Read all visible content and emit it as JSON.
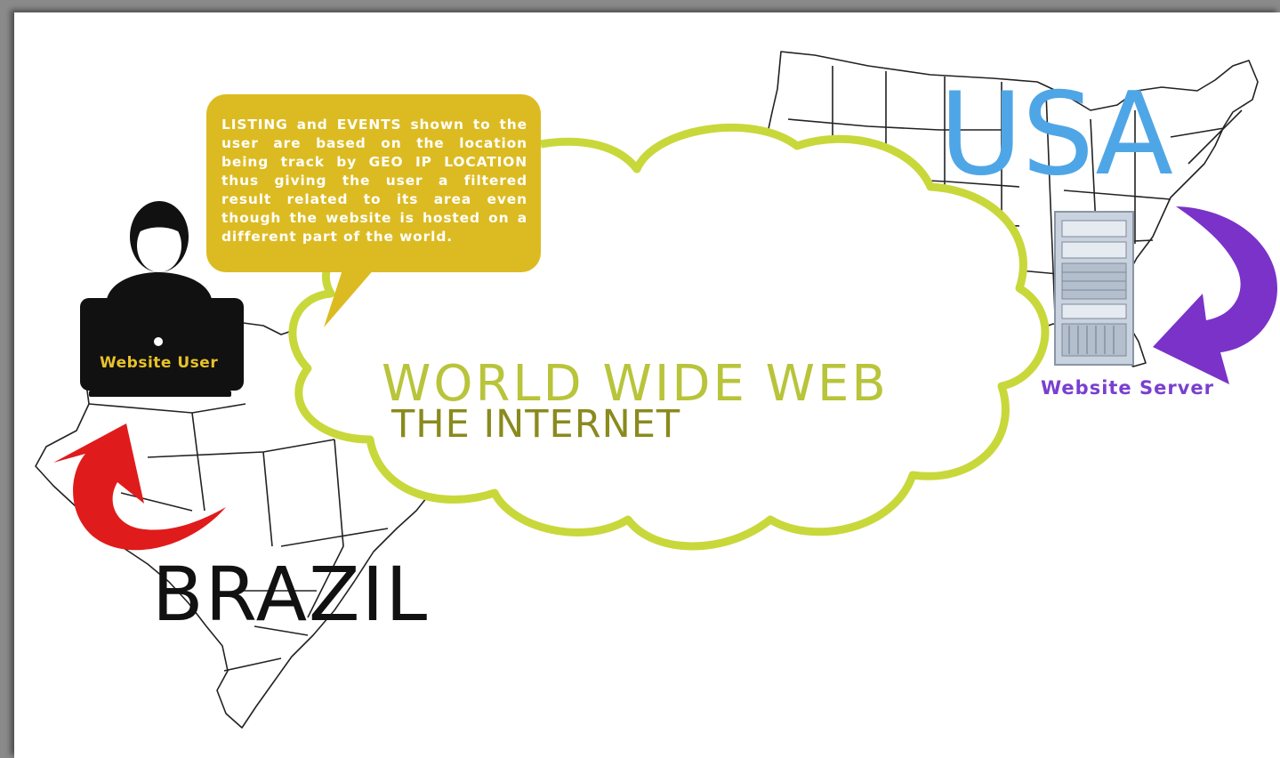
{
  "labels": {
    "usa": "USA",
    "brazil": "BRAZIL",
    "world_wide_web": "WORLD WIDE WEB",
    "the_internet": "THE INTERNET",
    "website_user": "Website User",
    "website_server": "Website Server"
  },
  "callout": {
    "text": "LISTING and EVENTS shown to the user are based on the location being track by GEO IP LOCATION thus giving the user a filtered result related to its area even though the website is hosted on a different part of the world."
  },
  "colors": {
    "usa_text": "#4fa6e6",
    "brazil_text": "#111111",
    "www_text": "#b8c43a",
    "internet_text": "#8a8a1e",
    "cloud_stroke": "#c8d83a",
    "bubble_fill": "#dcbb22",
    "user_label": "#e8c12a",
    "server_label": "#7a3fd0",
    "red_arrow": "#e01b1b",
    "purple_arrow": "#7a32c9",
    "map_stroke": "#222222"
  },
  "icons": [
    "user-avatar-icon",
    "laptop-icon",
    "server-rack-icon",
    "red-curved-arrow-icon",
    "purple-curved-arrow-icon"
  ]
}
